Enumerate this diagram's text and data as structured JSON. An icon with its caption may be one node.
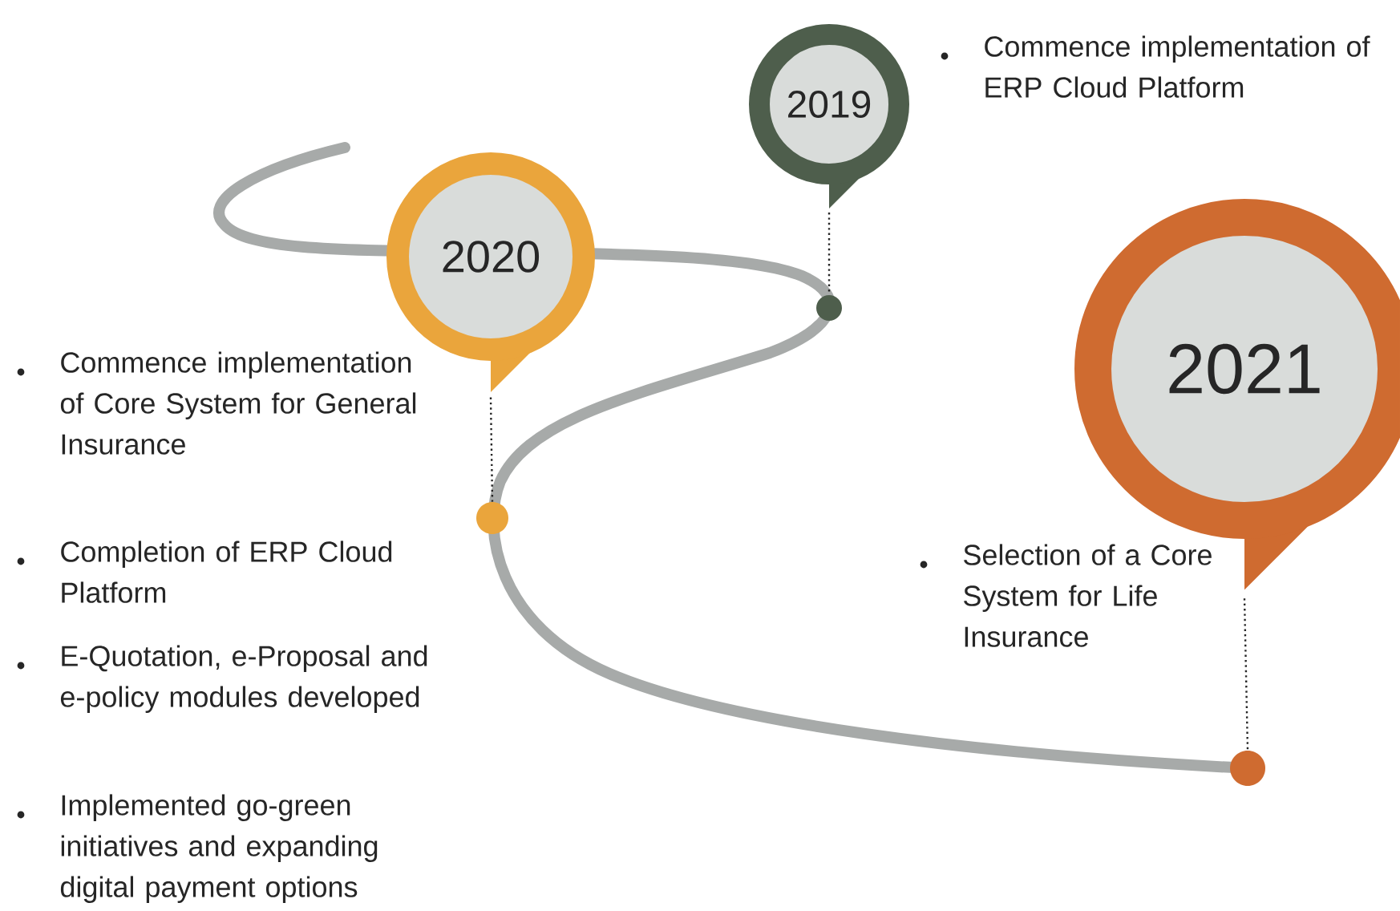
{
  "diagram": {
    "nodes": [
      {
        "text": [
          "2019"
        ]
      },
      {
        "text": [
          "2020"
        ]
      },
      {
        "text": [],
        "shape": "circle"
      },
      {
        "text": [
          "2021"
        ]
      },
      {
        "text": [],
        "shape": "circle"
      },
      {
        "text": [],
        "shape": "circle"
      }
    ],
    "edges": [
      {
        "from": 0,
        "to": 2,
        "arrow": "none",
        "style": "dashed"
      },
      {
        "from": 1,
        "to": 4,
        "arrow": "none",
        "style": "dashed"
      },
      {
        "from": 3,
        "to": 5,
        "arrow": "none",
        "style": "dashed"
      }
    ],
    "labels": [
      "Commence implementation of ERP Cloud Platform",
      "Commence implementation of Core System for General Insurance",
      "Completion of ERP Cloud Platform",
      "E-Quotation, e-Proposal and e-policy modules developed",
      "Implemented go-green initiatives and  expanding digital payment options",
      "Selection of a Core System for Life Insurance"
    ]
  }
}
